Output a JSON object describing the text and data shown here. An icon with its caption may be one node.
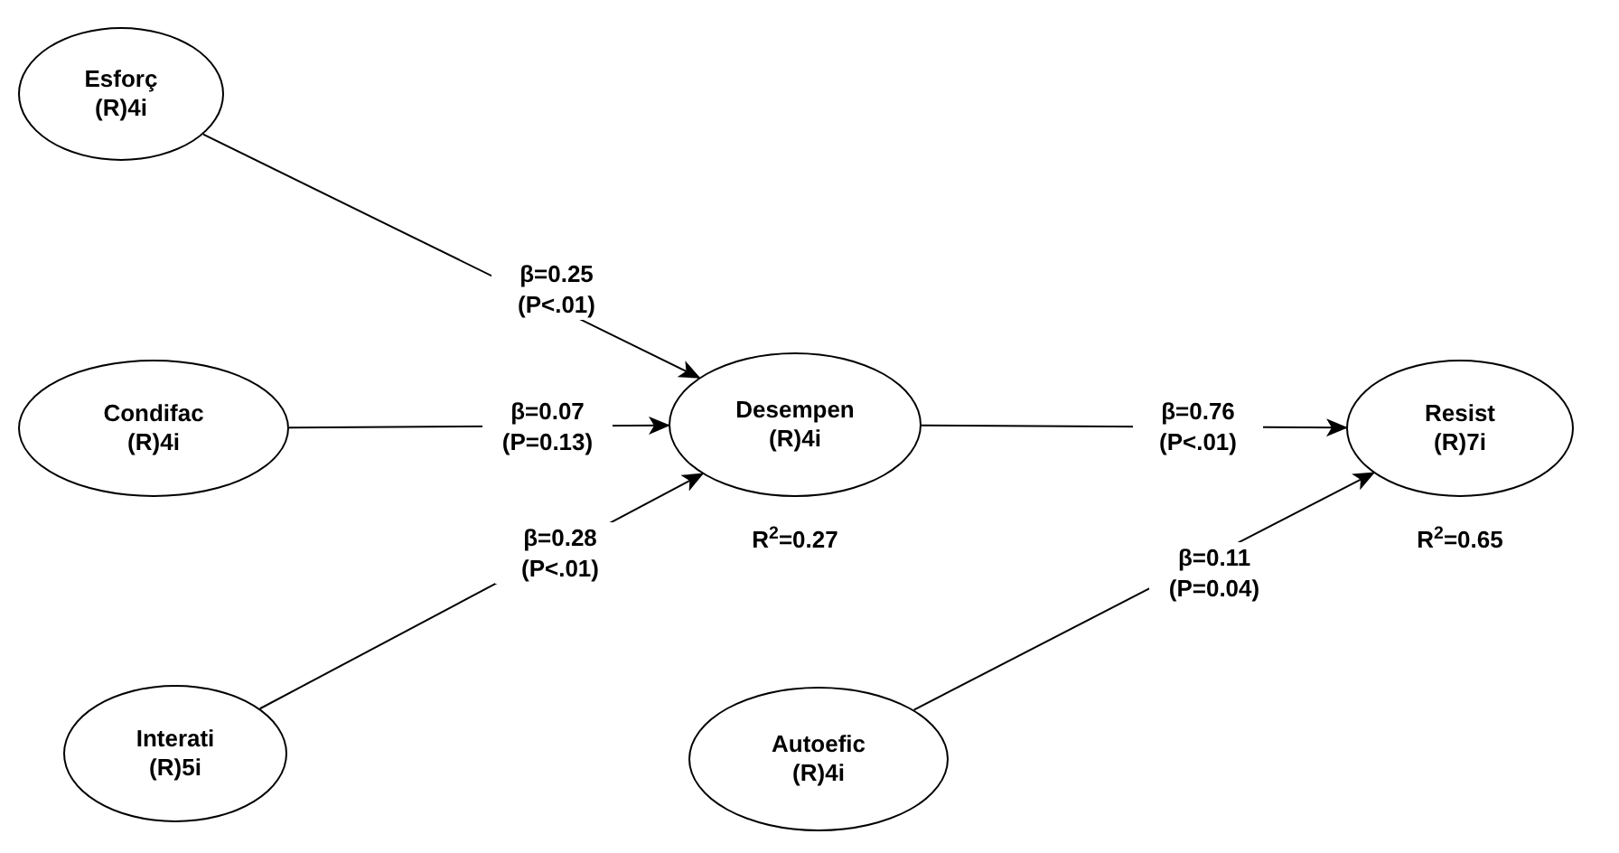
{
  "diagram": {
    "nodes": [
      {
        "text": [
          "Esforç",
          "(R)4i"
        ]
      },
      {
        "text": [
          "Condifac",
          "(R)4i"
        ]
      },
      {
        "text": [
          "Interati",
          "(R)5i"
        ]
      },
      {
        "text": [
          "Desempen",
          "(R)4i"
        ],
        "beside": [
          "R$^{2}$=0.27"
        ]
      },
      {
        "text": [
          "Resist",
          "(R)7i"
        ],
        "beside": [
          "R$^{2}$=0.65"
        ]
      },
      {
        "text": [
          "Autoefic",
          "(R)4i"
        ]
      }
    ],
    "edges": [
      {
        "from": 0,
        "to": 3,
        "arrow": "to",
        "label": "β=0.25 (P<.01)"
      },
      {
        "from": 1,
        "to": 3,
        "arrow": "to",
        "label": "β=0.07 (P=0.13)"
      },
      {
        "from": 2,
        "to": 3,
        "arrow": "to",
        "label": "β=0.28 (P<.01)"
      },
      {
        "from": 3,
        "to": 4,
        "arrow": "to",
        "label": "β=0.76 (P<.01)"
      },
      {
        "from": 5,
        "to": 4,
        "arrow": "to",
        "label": "β=0.11 (P=0.04)"
      }
    ]
  }
}
